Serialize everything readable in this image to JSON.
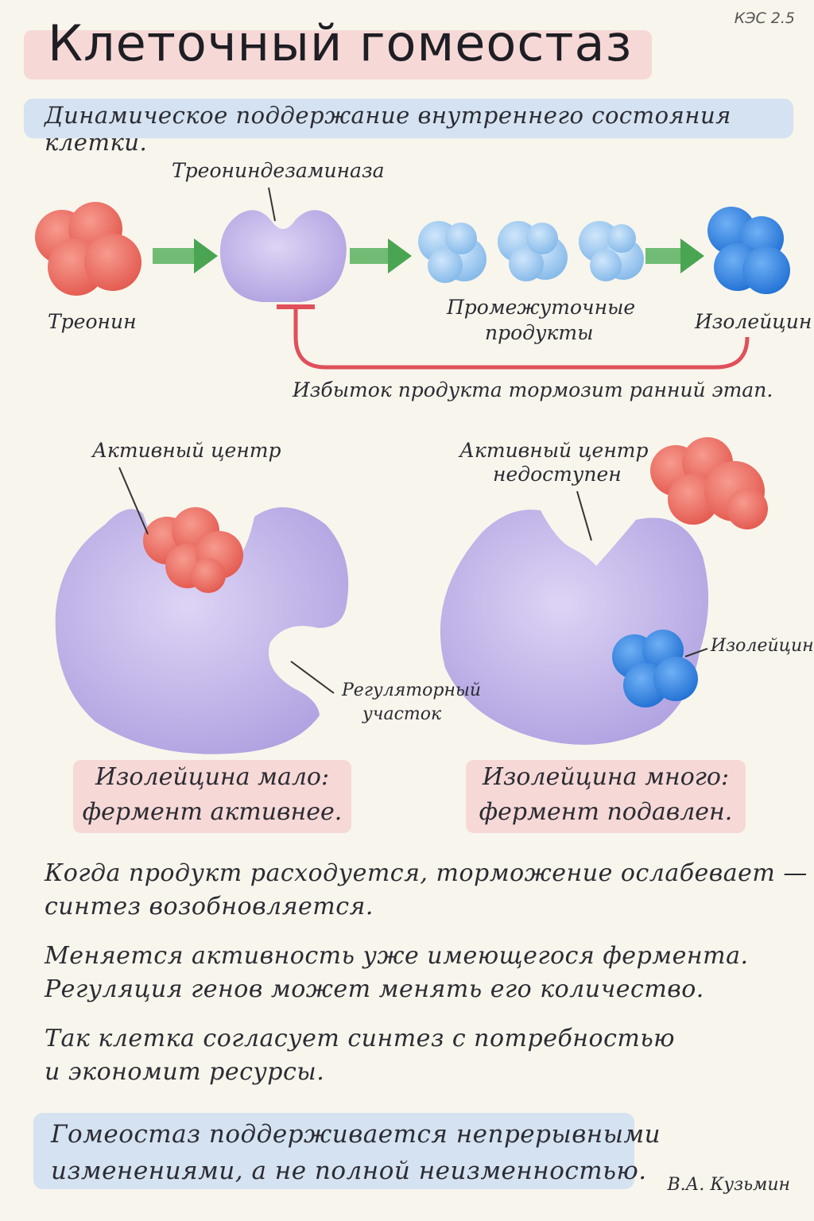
{
  "corner_code": "КЭС 2.5",
  "title": "Клеточный гомеостаз",
  "subtitle": "Динамическое поддержание внутреннего состояния клетки.",
  "pathway": {
    "enzyme_label": "Треониндезаминаза",
    "substrate_label": "Треонин",
    "intermediates_label_line1": "Промежуточные",
    "intermediates_label_line2": "продукты",
    "product_label": "Изолейцин",
    "feedback_note": "Избыток продукта тормозит ранний этап."
  },
  "left_panel": {
    "active_site_label": "Активный центр",
    "regulatory_label_line1": "Регуляторный",
    "regulatory_label_line2": "участок",
    "caption_line1": "Изолейцина мало:",
    "caption_line2": "фермент активнее."
  },
  "right_panel": {
    "active_site_label_line1": "Активный центр",
    "active_site_label_line2": "недоступен",
    "isoleucine_label": "Изолейцин",
    "caption_line1": "Изолейцина много:",
    "caption_line2": "фермент подавлен."
  },
  "paragraphs": [
    {
      "line1": "Когда продукт расходуется, торможение ослабевает —",
      "line2": "синтез возобновляется."
    },
    {
      "line1": "Меняется активность уже имеющегося фермента.",
      "line2": "Регуляция генов может менять его количество."
    },
    {
      "line1": "Так клетка согласует синтез с потребностью",
      "line2": "и экономит ресурсы."
    }
  ],
  "conclusion": {
    "line1": "Гомеостаз поддерживается непрерывными",
    "line2": "изменениями, а не полной неизменностью."
  },
  "signature": "В.А. Кузьмин",
  "colors": {
    "substrate": "#ee6f63",
    "enzyme": "#c9bde9",
    "intermediate": "#9fcbef",
    "product": "#3f8fe0",
    "arrow": "#58b25f",
    "inhibition": "#e0505a"
  }
}
